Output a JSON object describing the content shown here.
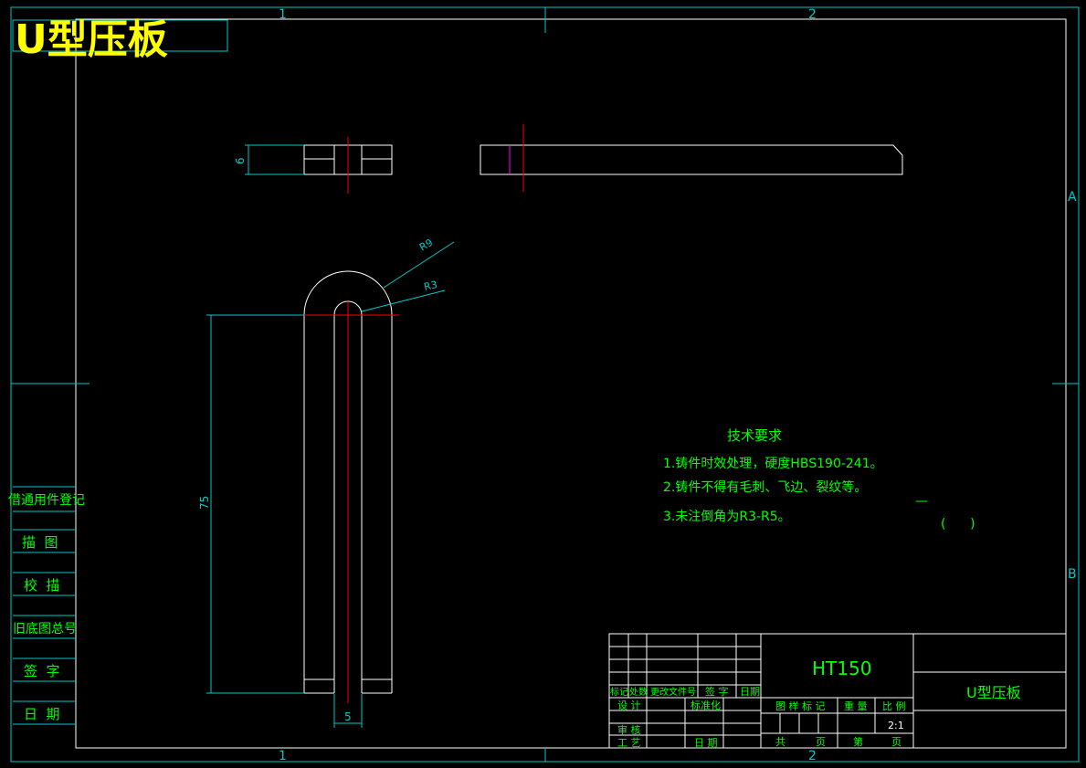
{
  "title": "U型压板",
  "zone_labels": {
    "col1": "1",
    "col2": "2",
    "row_a": "A",
    "row_b": "B"
  },
  "dimensions": {
    "height": "75",
    "width": "5",
    "thickness": "6",
    "radius_outer": "R9",
    "radius_inner": "R3"
  },
  "tech_requirements": {
    "heading": "技术要求",
    "items": [
      "1.铸件时效处理，硬度HBS190-241。",
      "2.铸件不得有毛刺、飞边、裂纹等。",
      "3.未注倒角为R3-R5。"
    ],
    "dash": "—",
    "parens": "(      )"
  },
  "side_table": [
    "借通用件登记",
    "描  图",
    "校  描",
    "旧底图总号",
    "签  字",
    "日  期"
  ],
  "title_block": {
    "material": "HT150",
    "part_name": "U型压板",
    "h_mark": "标记",
    "h_count": "处数",
    "h_doc": "更改文件号",
    "h_sign": "签 字",
    "h_date": "日期",
    "design": "设 计",
    "standard": "标准化",
    "review": "审 核",
    "process": "工 艺",
    "date": "日 期",
    "stage": "图 样 标 记",
    "weight": "重 量",
    "scale": "比 例",
    "scale_value": "2:1",
    "total": "共",
    "sheet": "页",
    "no": "第",
    "page": "页"
  },
  "colors": {
    "frame": "#00c8c8",
    "outline": "#ffffff",
    "center": "#ff0000",
    "text": "#00ff00",
    "title": "#ffff00",
    "accent": "#ff00ff"
  }
}
